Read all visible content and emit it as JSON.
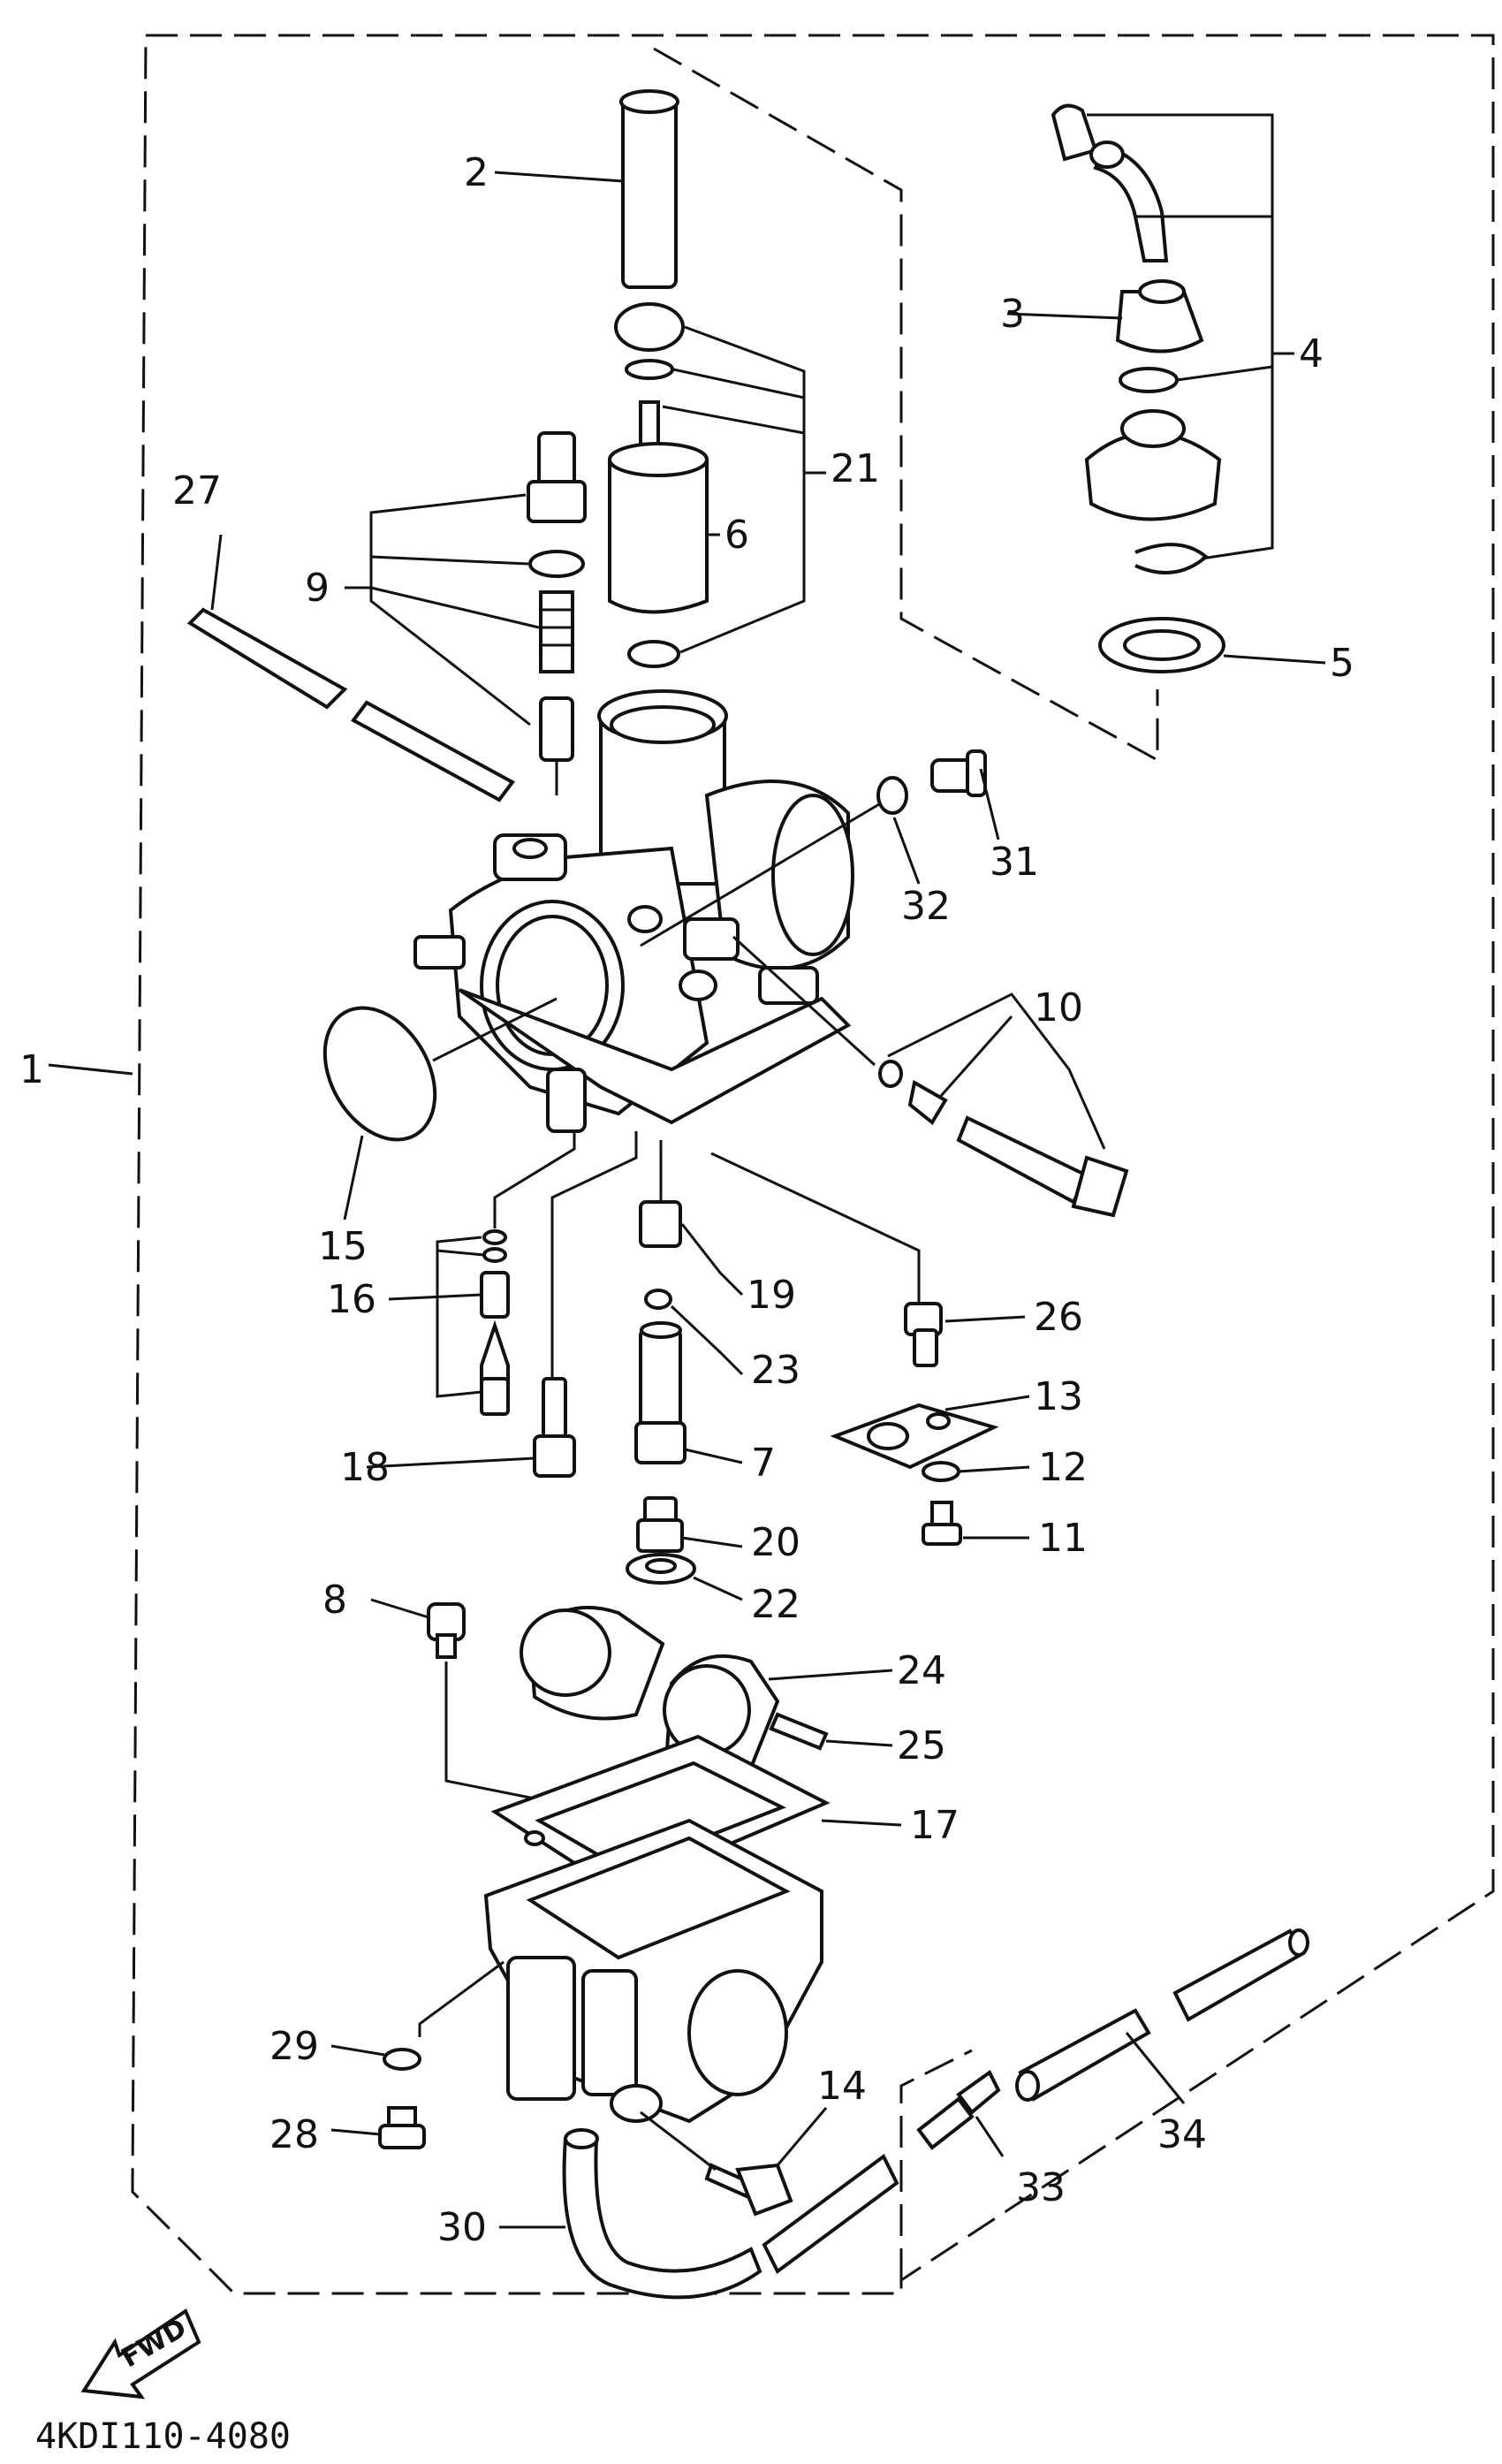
{
  "diagram": {
    "fwd_label": "FWD",
    "drawing_code": "4KDI110-4080",
    "callouts": {
      "c1": "1",
      "c2": "2",
      "c3": "3",
      "c4": "4",
      "c5": "5",
      "c6": "6",
      "c7": "7",
      "c8": "8",
      "c9": "9",
      "c10": "10",
      "c11": "11",
      "c12": "12",
      "c13": "13",
      "c14": "14",
      "c15": "15",
      "c16": "16",
      "c17": "17",
      "c18": "18",
      "c19": "19",
      "c20": "20",
      "c21": "21",
      "c22": "22",
      "c23": "23",
      "c24": "24",
      "c25": "25",
      "c26": "26",
      "c27": "27",
      "c28": "28",
      "c29": "29",
      "c30": "30",
      "c31": "31",
      "c32": "32",
      "c33": "33",
      "c34": "34"
    }
  }
}
